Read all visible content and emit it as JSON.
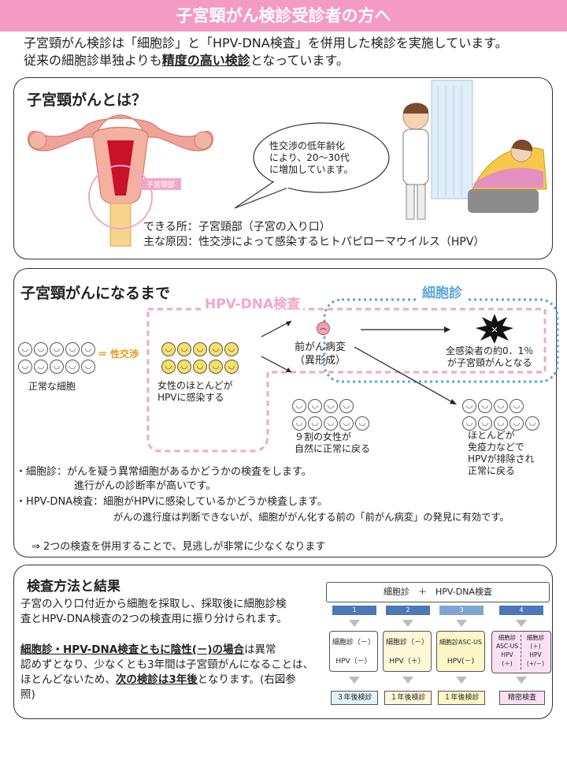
{
  "header": {
    "title": "子宮頸がん検診受診者の方へ"
  },
  "intro": {
    "line1": "子宮頸がん検診は「細胞診」と「HPV-DNA検査」を併用した検診を実施しています。",
    "line2_pre": "従来の細胞診単独よりも",
    "line2_bold": "精度の高い検診",
    "line2_post": "となっています。"
  },
  "section1": {
    "title": "子宮頸がんとは？",
    "uterus_label": "子宮頸部",
    "bubble": [
      "性交渉の低年齢化",
      "により、20～30代",
      "に増加しています。"
    ],
    "location": "できる所：子宮頸部（子宮の入り口）",
    "cause": "主な原因：性交渉によって感染するヒトパピローマウイルス（HPV）"
  },
  "section2": {
    "title": "子宮頸がんになるまで",
    "hpv_label": "HPV-DNA検査",
    "cyto_label": "細胞診",
    "arrow_label": "＝ 性交渉",
    "normal_cells": "正常な細胞",
    "infected": [
      "女性のほとんどが",
      "HPVに感染する"
    ],
    "precancer": [
      "前がん病変",
      "（異形成）"
    ],
    "cancer": [
      "全感染者の約0．1％",
      "が子宮頸がんとなる"
    ],
    "recover1": [
      "９割の女性が",
      "自然に正常に戻る"
    ],
    "recover2": [
      "ほとんどが",
      "免疫力などで",
      "HPVが排除され",
      "正常に戻る"
    ],
    "note_cyto1": "・細胞診：がんを疑う異常細胞があるかどうかの検査をします。",
    "note_cyto2": "進行がんの診断率が高いです。",
    "note_hpv1": "・HPV-DNA検査：細胞がHPVに感染しているかどうか検査します。",
    "note_hpv2": "がんの進行度は判断できないが、細胞ががん化する前の「前がん病変」の発見に有効です。",
    "conclusion": "⇒ 2つの検査を併用することで、見逃しが非常に少なくなります"
  },
  "section3": {
    "title": "検査方法と結果",
    "para1": [
      "子宮の入り口付近から細胞を採取し、採取後に細胞診検",
      "査とHPV-DNA検査の2つの検査用に振り分けられます。"
    ],
    "para2_line1_bold": "細胞診・HPV-DNA検査ともに陰性(－)の場合",
    "para2_line1_post": "は異常",
    "para2_line2": "認めずとなり、少なくとも3年間は子宮頸がんになることは、",
    "para2_line3_pre": "ほとんどないため、",
    "para2_line3_bold": "次の検診は3年後",
    "para2_line3_post": "となります。(右図参",
    "para2_line4": "照)",
    "flow_header": "細胞診　＋　HPV-DNA検査",
    "cases": [
      {
        "num": "1",
        "lines": [
          "細胞診（－）",
          "",
          "HPV（－）"
        ],
        "result": "３年後検診"
      },
      {
        "num": "2",
        "lines": [
          "細胞診（－）",
          "",
          "HPV（＋）"
        ],
        "result": "１年後検診"
      },
      {
        "num": "3",
        "lines": [
          "細胞診ASC-US",
          "",
          "HPV(－)"
        ],
        "result": "１年後検診"
      },
      {
        "num": "4",
        "lines_left": [
          "細胞診",
          "ASC-US",
          "HPV",
          "(＋)"
        ],
        "lines_right": [
          "細胞診",
          "(＋)",
          "HPV",
          "(+/－)"
        ],
        "result": "精密検査"
      }
    ]
  },
  "colors": {
    "banner": "#f39bc3",
    "hpv_pink": "#f2a7c9",
    "cyto_blue": "#5aa6dc",
    "orange": "#e39a1a"
  }
}
